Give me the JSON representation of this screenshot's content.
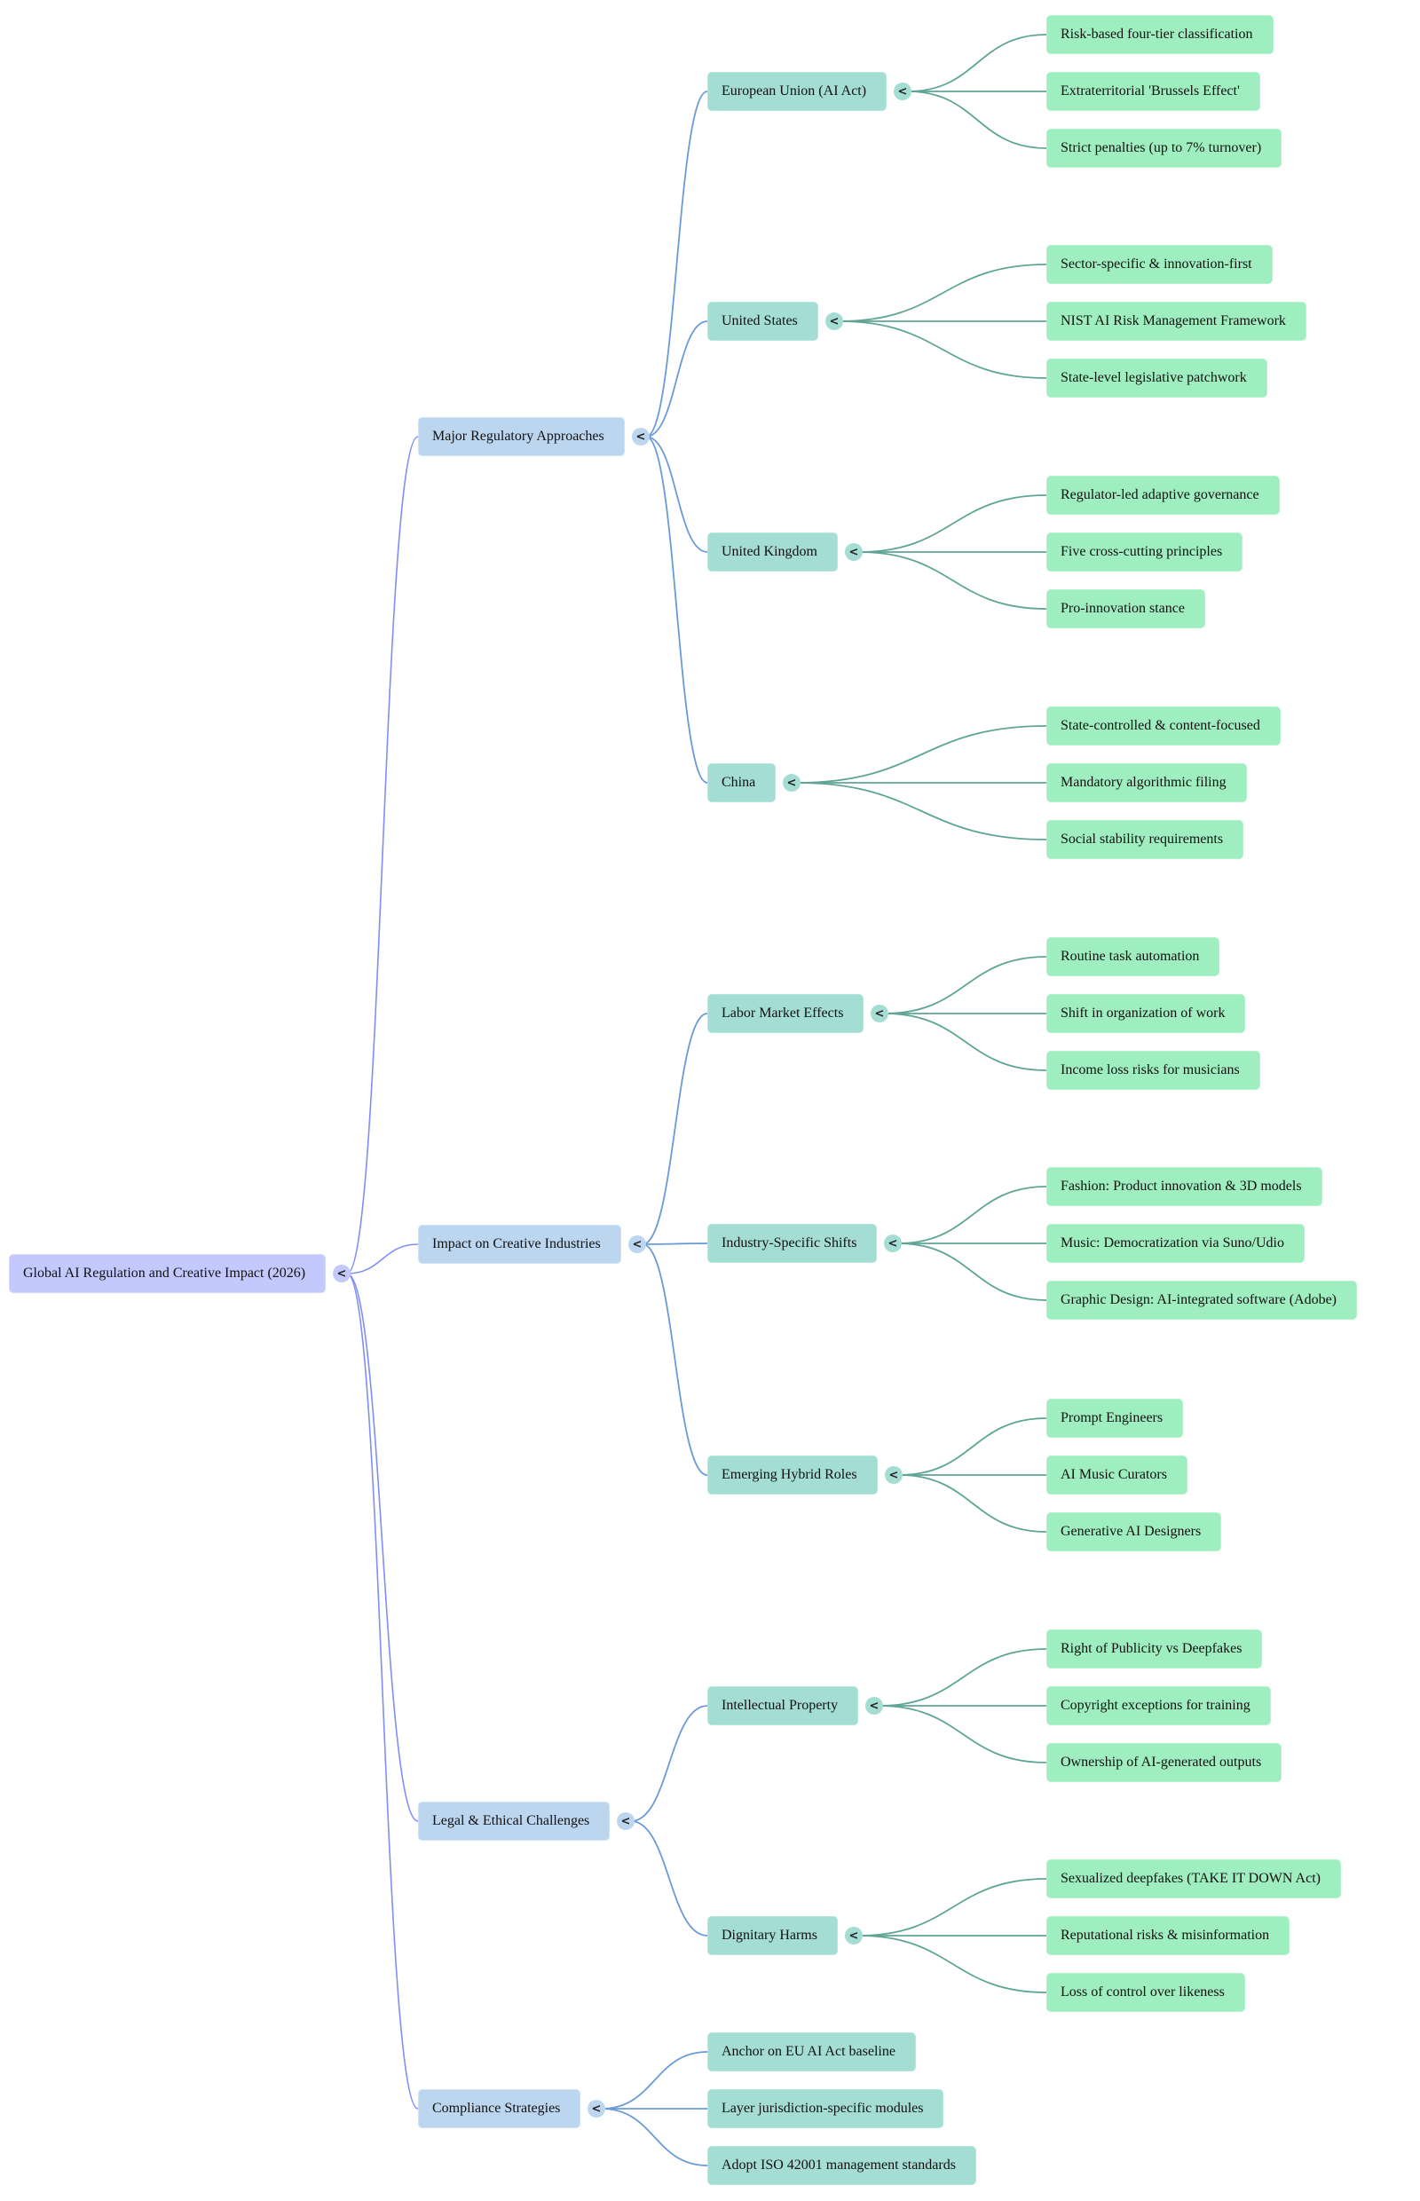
{
  "mindmap": {
    "root": {
      "label": "Global AI Regulation and Creative Impact (2026)",
      "toggle": "<",
      "children": [
        {
          "label": "Major Regulatory Approaches",
          "toggle": "<",
          "children": [
            {
              "label": "European Union (AI Act)",
              "toggle": "<",
              "children": [
                {
                  "label": "Risk-based four-tier classification"
                },
                {
                  "label": "Extraterritorial 'Brussels Effect'"
                },
                {
                  "label": "Strict penalties (up to 7% turnover)"
                }
              ]
            },
            {
              "label": "United States",
              "toggle": "<",
              "children": [
                {
                  "label": "Sector-specific & innovation-first"
                },
                {
                  "label": "NIST AI Risk Management Framework"
                },
                {
                  "label": "State-level legislative patchwork"
                }
              ]
            },
            {
              "label": "United Kingdom",
              "toggle": "<",
              "children": [
                {
                  "label": "Regulator-led adaptive governance"
                },
                {
                  "label": "Five cross-cutting principles"
                },
                {
                  "label": "Pro-innovation stance"
                }
              ]
            },
            {
              "label": "China",
              "toggle": "<",
              "children": [
                {
                  "label": "State-controlled & content-focused"
                },
                {
                  "label": "Mandatory algorithmic filing"
                },
                {
                  "label": "Social stability requirements"
                }
              ]
            }
          ]
        },
        {
          "label": "Impact on Creative Industries",
          "toggle": "<",
          "children": [
            {
              "label": "Labor Market Effects",
              "toggle": "<",
              "children": [
                {
                  "label": "Routine task automation"
                },
                {
                  "label": "Shift in organization of work"
                },
                {
                  "label": "Income loss risks for musicians"
                }
              ]
            },
            {
              "label": "Industry-Specific Shifts",
              "toggle": "<",
              "children": [
                {
                  "label": "Fashion: Product innovation & 3D models"
                },
                {
                  "label": "Music: Democratization via Suno/Udio"
                },
                {
                  "label": "Graphic Design: AI-integrated software (Adobe)"
                }
              ]
            },
            {
              "label": "Emerging Hybrid Roles",
              "toggle": "<",
              "children": [
                {
                  "label": "Prompt Engineers"
                },
                {
                  "label": "AI Music Curators"
                },
                {
                  "label": "Generative AI Designers"
                }
              ]
            }
          ]
        },
        {
          "label": "Legal & Ethical Challenges",
          "toggle": "<",
          "children": [
            {
              "label": "Intellectual Property",
              "toggle": "<",
              "children": [
                {
                  "label": "Right of Publicity vs Deepfakes"
                },
                {
                  "label": "Copyright exceptions for training"
                },
                {
                  "label": "Ownership of AI-generated outputs"
                }
              ]
            },
            {
              "label": "Dignitary Harms",
              "toggle": "<",
              "children": [
                {
                  "label": "Sexualized deepfakes (TAKE IT DOWN Act)"
                },
                {
                  "label": "Reputational risks & misinformation"
                },
                {
                  "label": "Loss of control over likeness"
                }
              ]
            }
          ]
        },
        {
          "label": "Compliance Strategies",
          "toggle": "<",
          "children": [
            {
              "label": "Anchor on EU AI Act baseline"
            },
            {
              "label": "Layer jurisdiction-specific modules"
            },
            {
              "label": "Adopt ISO 42001 management standards"
            }
          ]
        }
      ]
    },
    "colors": {
      "root_fill": "#c3c9fc",
      "level1_fill": "#bcd6f0",
      "level2_fill": "#a3ddd3",
      "level3_fill": "#9eeec0",
      "root_edge": "#7f8ff5",
      "level1_edge": "#6a9ad8",
      "level2_edge": "#5fa595"
    }
  }
}
